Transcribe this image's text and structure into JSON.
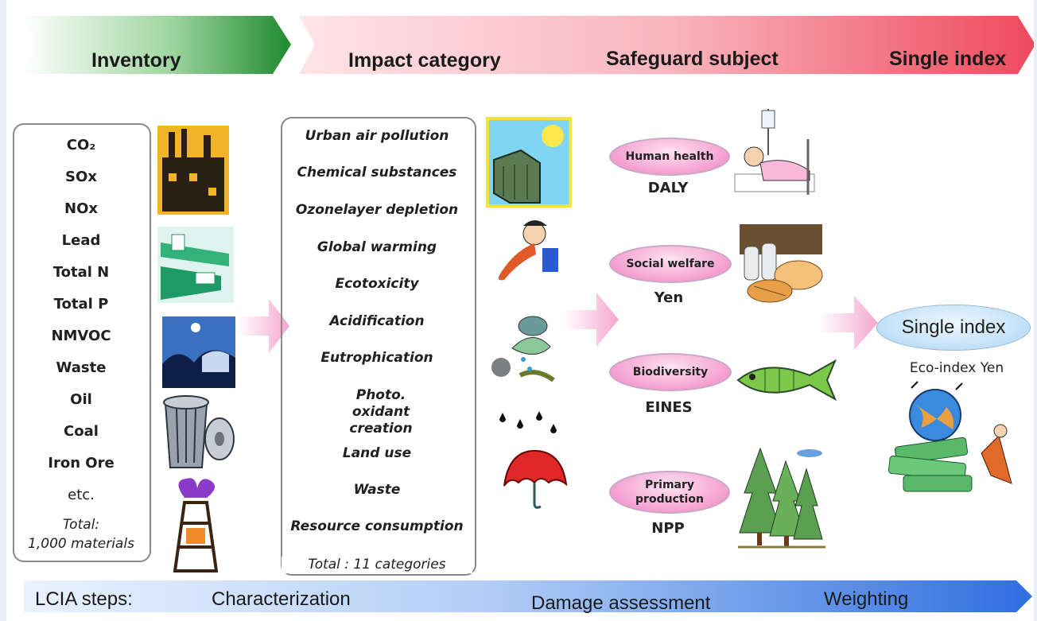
{
  "header": {
    "inventory": "Inventory",
    "impact_category": "Impact category",
    "safeguard_subject": "Safeguard subject",
    "single_index": "Single index"
  },
  "inventory": {
    "items": [
      "CO₂",
      "SOx",
      "NOx",
      "Lead",
      "Total N",
      "Total P",
      "NMVOC",
      "Waste",
      "Oil",
      "Coal",
      "Iron Ore",
      "etc."
    ],
    "total_line1": "Total:",
    "total_line2": "1,000 materials"
  },
  "impact": {
    "items": [
      "Urban air pollution",
      "Chemical substances",
      "Ozonelayer depletion",
      "Global warming",
      "Ecotoxicity",
      "Acidification",
      "Eutrophication",
      "Photo. oxidant creation",
      "Land use",
      "Waste",
      "Resource consumption"
    ],
    "total": "Total : 11 categories"
  },
  "safeguard": {
    "items": [
      {
        "label": "Human health",
        "unit": "DALY"
      },
      {
        "label": "Social welfare",
        "unit": "Yen"
      },
      {
        "label": "Biodiversity",
        "unit": "EINES"
      },
      {
        "label": "Primary production",
        "unit": "NPP"
      }
    ]
  },
  "single": {
    "label": "Single index",
    "sub": "Eco-index Yen"
  },
  "steps": {
    "title": "LCIA steps:",
    "characterization": "Characterization",
    "damage": "Damage assessment",
    "weighting": "Weighting"
  },
  "colors": {
    "inventory_arrow": "#2e9a3e",
    "impact_arrow": "#f0506a",
    "bottom_bar": "#3f7fe6",
    "pill": "#f6a9d4",
    "single_ellipse": "#bfe0f8"
  },
  "icons": [
    "factory-icon",
    "office-icon",
    "night-city-icon",
    "trash-can-icon",
    "oil-derrick-icon",
    "building-sun-icon",
    "sick-child-icon",
    "crying-fish-icon",
    "acid-rain-umbrella-icon",
    "hospital-patient-icon",
    "bread-and-milk-icon",
    "fish-icon",
    "forest-icon",
    "globe-money-icon"
  ]
}
